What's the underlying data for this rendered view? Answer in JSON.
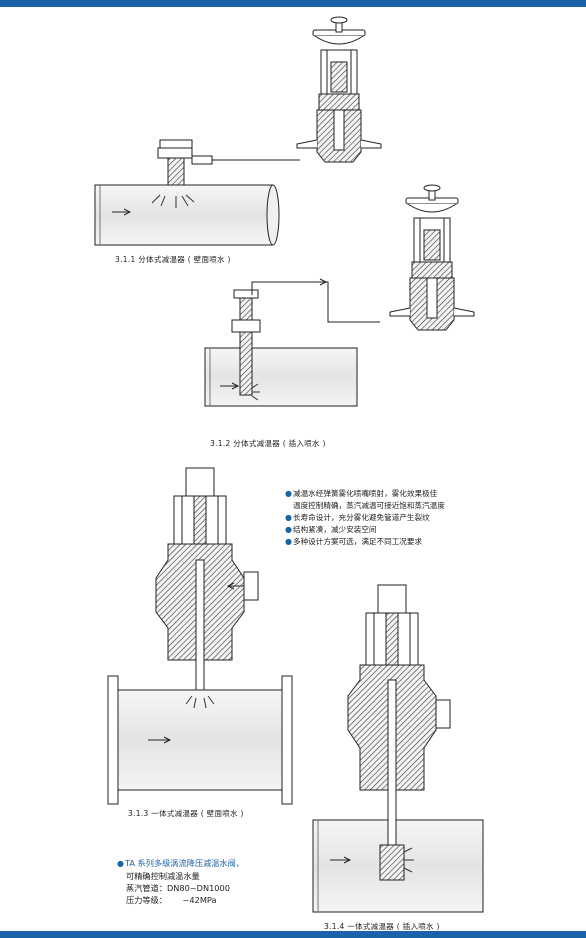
{
  "page": {
    "accent_color": "#1b63a8",
    "line_color": "#1a1a1a",
    "pipe_fill": "#ececec"
  },
  "captions": {
    "c311": "3.1.1 分体式减温器 ( 壁面喷水 )",
    "c312": "3.1.2 分体式减温器 ( 插入喷水 )",
    "c313": "3.1.3 一体式减温器 ( 壁面喷水 )",
    "c314": "3.1.4 一体式减温器 ( 插入喷水 )"
  },
  "features": [
    {
      "icon": "bullet-dot-icon",
      "text": "减温水经弹簧雾化喷嘴喷射，雾化效果极佳"
    },
    {
      "icon": "",
      "text": "温度控制精确，蒸汽减温可接近饱和蒸汽温度"
    },
    {
      "icon": "bullet-dot-icon",
      "text": "长寿命设计，充分雾化避免管道产生裂纹"
    },
    {
      "icon": "bullet-dot-icon",
      "text": "结构紧凑，减少安装空间"
    },
    {
      "icon": "bullet-dot-icon",
      "text": "多种设计方案可选，满足不同工况要求"
    }
  ],
  "specs": {
    "l1": "TA 系列多级涡流降压减温水阀，",
    "l2": "可精确控制减温水量",
    "l3": "蒸汽管道：DN80~DN1000",
    "l4": "压力等级：      ~42MPa"
  }
}
